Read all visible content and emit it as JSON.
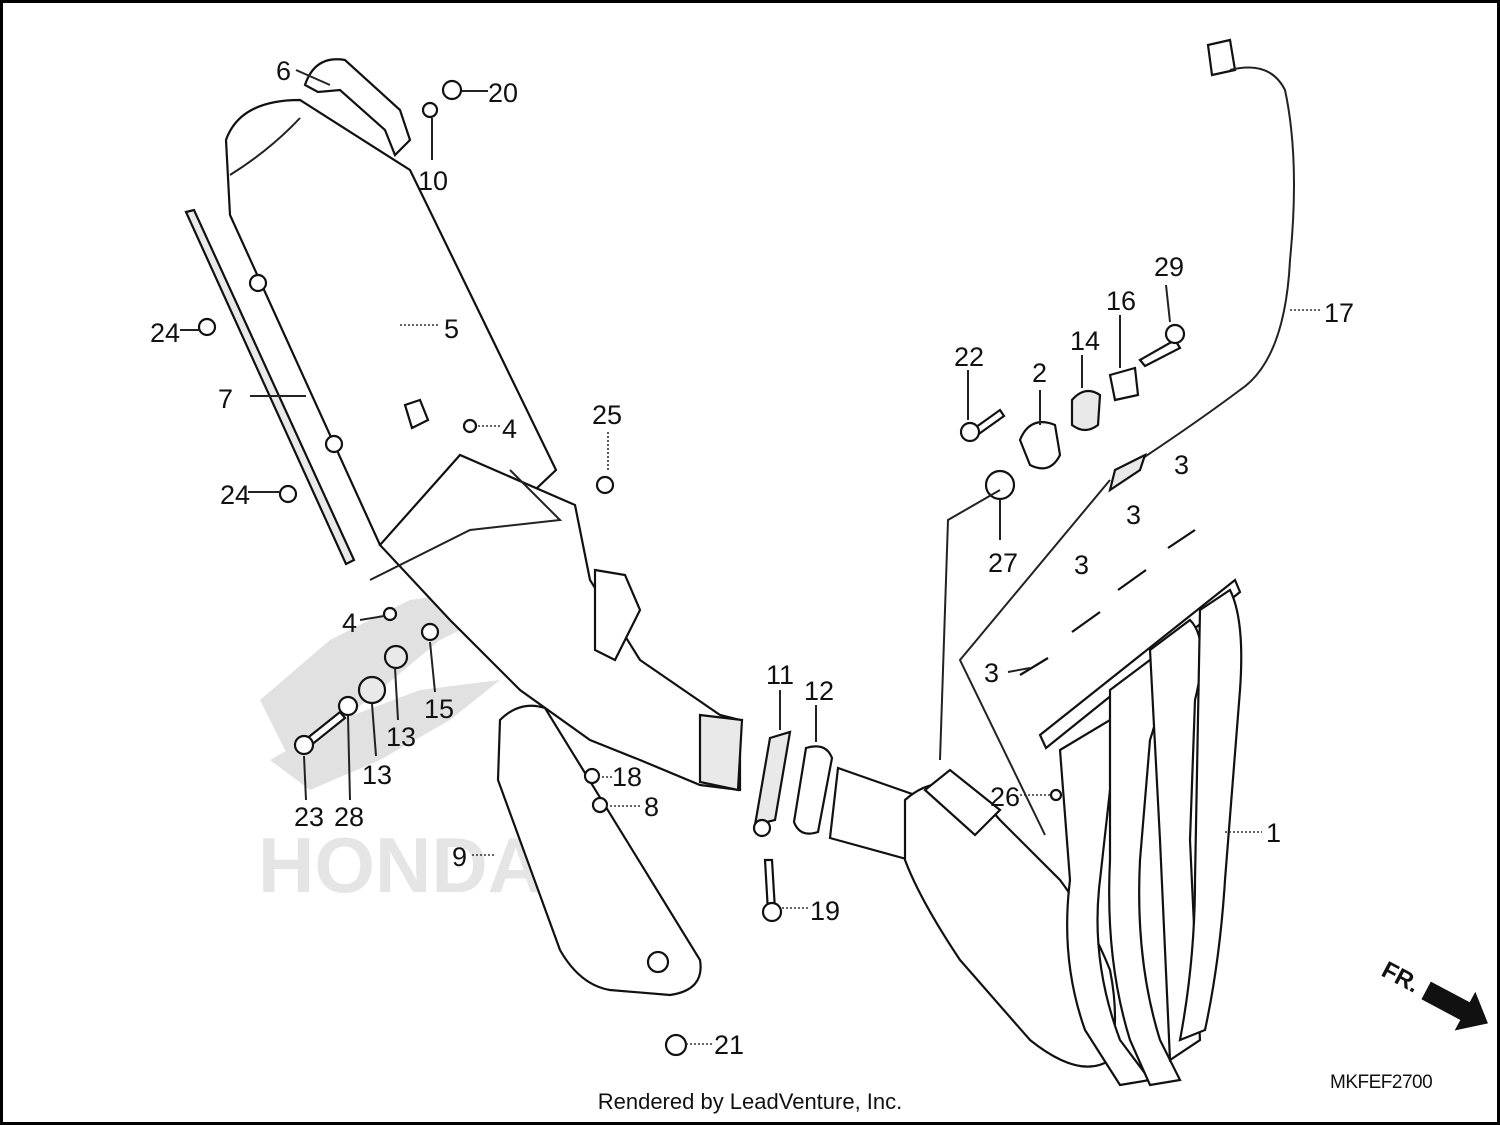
{
  "diagram": {
    "part_labels": [
      {
        "id": "1",
        "text": "1"
      },
      {
        "id": "2",
        "text": "2"
      },
      {
        "id": "3a",
        "text": "3"
      },
      {
        "id": "3b",
        "text": "3"
      },
      {
        "id": "3c",
        "text": "3"
      },
      {
        "id": "3d",
        "text": "3"
      },
      {
        "id": "4a",
        "text": "4"
      },
      {
        "id": "4b",
        "text": "4"
      },
      {
        "id": "5",
        "text": "5"
      },
      {
        "id": "6",
        "text": "6"
      },
      {
        "id": "7",
        "text": "7"
      },
      {
        "id": "8",
        "text": "8"
      },
      {
        "id": "9",
        "text": "9"
      },
      {
        "id": "10",
        "text": "10"
      },
      {
        "id": "11",
        "text": "11"
      },
      {
        "id": "12",
        "text": "12"
      },
      {
        "id": "13a",
        "text": "13"
      },
      {
        "id": "13b",
        "text": "13"
      },
      {
        "id": "14",
        "text": "14"
      },
      {
        "id": "15",
        "text": "15"
      },
      {
        "id": "16",
        "text": "16"
      },
      {
        "id": "17",
        "text": "17"
      },
      {
        "id": "18",
        "text": "18"
      },
      {
        "id": "19",
        "text": "19"
      },
      {
        "id": "20",
        "text": "20"
      },
      {
        "id": "21",
        "text": "21"
      },
      {
        "id": "22",
        "text": "22"
      },
      {
        "id": "23",
        "text": "23"
      },
      {
        "id": "24a",
        "text": "24"
      },
      {
        "id": "24b",
        "text": "24"
      },
      {
        "id": "25",
        "text": "25"
      },
      {
        "id": "26",
        "text": "26"
      },
      {
        "id": "27",
        "text": "27"
      },
      {
        "id": "28",
        "text": "28"
      },
      {
        "id": "29",
        "text": "29"
      }
    ],
    "direction_label": "FR.",
    "diagram_code": "MKFEF2700",
    "watermark_brand": "HONDA"
  },
  "footer": {
    "credit": "Rendered by LeadVenture, Inc."
  }
}
